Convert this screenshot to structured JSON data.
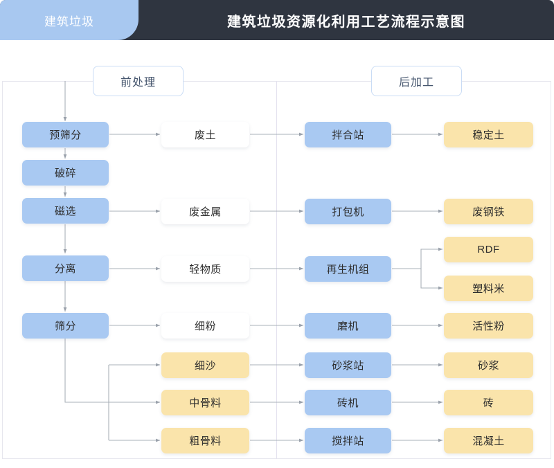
{
  "header": {
    "tab_label": "建筑垃圾",
    "title": "建筑垃圾资源化利用工艺流程示意图",
    "bar_color": "#2f3540",
    "tab_color": "#a8c8f0"
  },
  "sections": {
    "pre_label": "前处理",
    "post_label": "后加工"
  },
  "palette": {
    "process_blue": "#a9c9f2",
    "material_white": "#ffffff",
    "product_yellow": "#fae4ab",
    "connector_gray": "#aab0b8",
    "frame_border": "#e6e6ee"
  },
  "nodes": {
    "pre_process": [
      {
        "id": "pre-screen",
        "label": "预筛分",
        "type": "blue"
      },
      {
        "id": "crush",
        "label": "破碎",
        "type": "blue"
      },
      {
        "id": "magnetic",
        "label": "磁选",
        "type": "blue"
      },
      {
        "id": "separate",
        "label": "分离",
        "type": "blue"
      },
      {
        "id": "screen",
        "label": "筛分",
        "type": "blue"
      }
    ],
    "materials": [
      {
        "id": "waste-soil",
        "label": "废土",
        "type": "white"
      },
      {
        "id": "waste-metal",
        "label": "废金属",
        "type": "white"
      },
      {
        "id": "light-matter",
        "label": "轻物质",
        "type": "white"
      },
      {
        "id": "fine-powder",
        "label": "细粉",
        "type": "white"
      },
      {
        "id": "fine-sand",
        "label": "细沙",
        "type": "yellow"
      },
      {
        "id": "medium-agg",
        "label": "中骨料",
        "type": "yellow"
      },
      {
        "id": "coarse-agg",
        "label": "粗骨料",
        "type": "yellow"
      }
    ],
    "post_process": [
      {
        "id": "mixing-station",
        "label": "拌合站",
        "type": "blue"
      },
      {
        "id": "baler",
        "label": "打包机",
        "type": "blue"
      },
      {
        "id": "regen-unit",
        "label": "再生机组",
        "type": "blue"
      },
      {
        "id": "grinder",
        "label": "磨机",
        "type": "blue"
      },
      {
        "id": "mortar-station",
        "label": "砂浆站",
        "type": "blue"
      },
      {
        "id": "brick-machine",
        "label": "砖机",
        "type": "blue"
      },
      {
        "id": "concrete-mixer",
        "label": "搅拌站",
        "type": "blue"
      }
    ],
    "products": [
      {
        "id": "stabilized-soil",
        "label": "稳定土",
        "type": "yellow"
      },
      {
        "id": "scrap-steel",
        "label": "废钢铁",
        "type": "yellow"
      },
      {
        "id": "rdf",
        "label": "RDF",
        "type": "yellow"
      },
      {
        "id": "plastic-pellet",
        "label": "塑料米",
        "type": "yellow"
      },
      {
        "id": "active-powder",
        "label": "活性粉",
        "type": "yellow"
      },
      {
        "id": "mortar",
        "label": "砂浆",
        "type": "yellow"
      },
      {
        "id": "brick",
        "label": "砖",
        "type": "yellow"
      },
      {
        "id": "concrete",
        "label": "混凝土",
        "type": "yellow"
      }
    ]
  }
}
